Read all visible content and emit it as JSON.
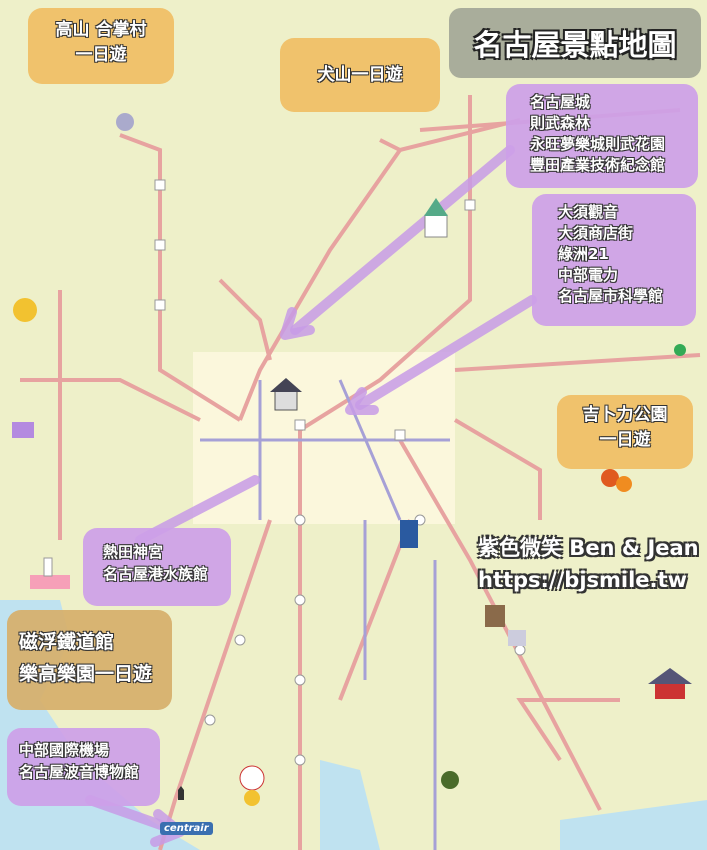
{
  "title": "名古屋景點地圖",
  "credit": {
    "author": "紫色微笑 Ben & Jean",
    "url": "https://bjsmile.tw"
  },
  "boxes": {
    "takayama": [
      "高山 合掌村",
      "一日遊"
    ],
    "inuyama": [
      "犬山一日遊"
    ],
    "castle_area": [
      "名古屋城",
      "則武森林",
      "永旺夢樂城則武花園",
      "豐田產業技術紀念館"
    ],
    "osu_area": [
      "大須觀音",
      "大須商店街",
      "綠洲21",
      "中部電力",
      "名古屋市科學館"
    ],
    "ghibli": [
      "吉卜力公園",
      "一日遊"
    ],
    "atsuta": [
      "熱田神宮",
      "名古屋港水族館"
    ],
    "scmaglev": [
      "磁浮鐵道館",
      "樂高樂園一日遊"
    ],
    "airport": [
      "中部國際機場",
      "名古屋波音博物館"
    ]
  },
  "airport_logo": "centrair",
  "colors": {
    "background": "#eef0c9",
    "orange_box": "#f0be64",
    "purple_box": "#cda0e8",
    "tan_box": "#d6b06e",
    "rail": "#e7a3a0",
    "water": "#bfe2f0",
    "center_area": "#fbf7dc",
    "arrow": "#c79be6"
  }
}
